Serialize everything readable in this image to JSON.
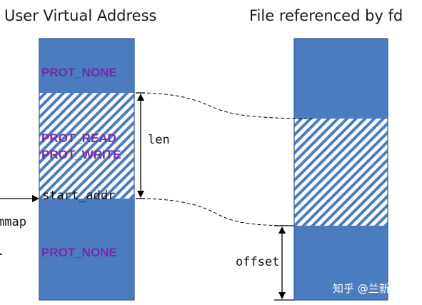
{
  "titles": {
    "left": "User Virtual Address",
    "right": "File referenced by fd"
  },
  "left_column": {
    "top_region": "PROT_NONE",
    "mapped_region_line1": "PROT_READ",
    "mapped_region_line2": "PROT_WRITE",
    "bottom_region": "PROT_NONE"
  },
  "annotations": {
    "len": "len",
    "start_addr": "start_addr",
    "mmap": "mmap",
    "offset": "offset"
  },
  "watermark": "知乎 @兰新宇",
  "colors": {
    "block_fill": "#4a7cbf",
    "block_border": "#2f5a8f",
    "hatch_stripe": "#4a7cbf",
    "prot_text": "#7a2aa6"
  }
}
